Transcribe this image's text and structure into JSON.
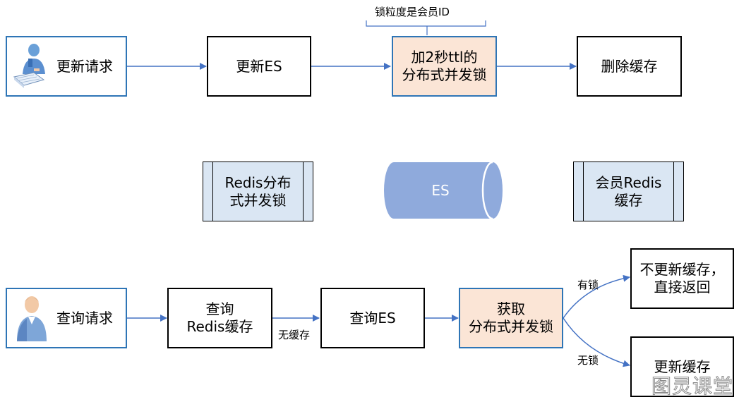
{
  "top_flow": {
    "request_label": "更新请求",
    "update_es": "更新ES",
    "lock_line1": "加2秒ttl的",
    "lock_line2": "分布式并发锁",
    "delete_cache": "删除缓存",
    "lock_note": "锁粒度是会员ID"
  },
  "middle": {
    "redis_lock_line1": "Redis分布",
    "redis_lock_line2": "式并发锁",
    "es_store": "ES",
    "member_cache_line1": "会员Redis",
    "member_cache_line2": "缓存"
  },
  "bottom_flow": {
    "request_label": "查询请求",
    "query_redis_line1": "查询",
    "query_redis_line2": "Redis缓存",
    "no_cache_label": "无缓存",
    "query_es": "查询ES",
    "acquire_line1": "获取",
    "acquire_line2": "分布式并发锁",
    "has_lock_label": "有锁",
    "no_lock_label": "无锁",
    "no_update_line1": "不更新缓存，",
    "no_update_line2": "直接返回",
    "update_cache": "更新缓存"
  },
  "icons": {
    "update_user": "person-at-desk-icon",
    "query_user": "person-icon"
  },
  "colors": {
    "blue_border": "#2e75b6",
    "lock_fill": "#fbe5d6",
    "store_fill": "#dae6f3",
    "es_fill": "#8faadc",
    "arrow": "#4472c4"
  },
  "watermark": "图灵课堂"
}
